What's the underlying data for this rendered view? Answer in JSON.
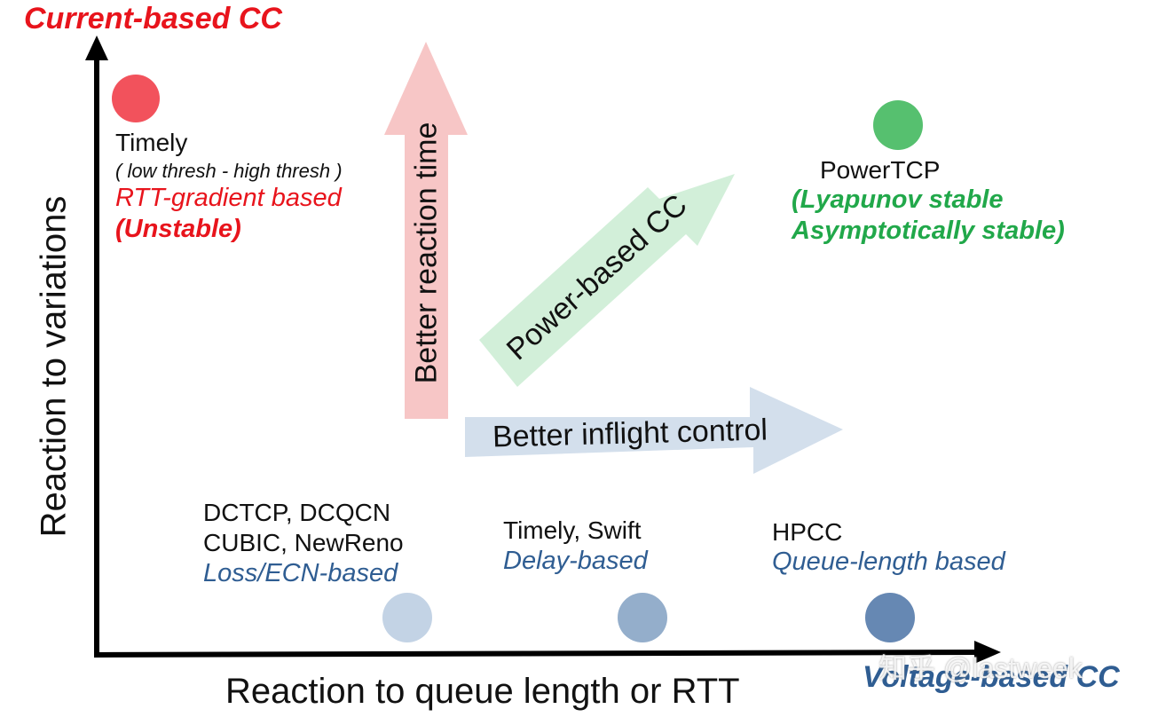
{
  "colors": {
    "red": "#e8141c",
    "green": "#21a84a",
    "blue_dark": "#2f5d92",
    "axis": "#000000",
    "arrow_red": "#f7c6c6",
    "arrow_green": "#d2efd9",
    "arrow_blue": "#d3dfec",
    "dot_red": "#f2525c",
    "dot_green": "#56c06f",
    "dot_light": "#c3d3e5",
    "dot_mid": "#94aecb",
    "dot_dark": "#6688b3"
  },
  "titles": {
    "top_left": "Current-based CC",
    "bottom_right": "Voltage-based CC"
  },
  "axes": {
    "y_label": "Reaction to variations",
    "x_label": "Reaction to queue length or RTT"
  },
  "arrows": {
    "vertical": "Better reaction time",
    "diagonal": "Power-based CC",
    "horizontal": "Better inflight control"
  },
  "timely_top": {
    "name": "Timely",
    "params": "( low thresh -  high thresh )",
    "basis": "RTT-gradient based",
    "stability": "(Unstable)"
  },
  "powertcp": {
    "name": "PowerTCP",
    "line1": "(Lyapunov stable",
    "line2": "Asymptotically stable)"
  },
  "bottom": {
    "loss": {
      "line1": "DCTCP, DCQCN",
      "line2": "CUBIC, NewReno",
      "basis": "Loss/ECN-based"
    },
    "delay": {
      "line1": "Timely, Swift",
      "basis": "Delay-based"
    },
    "queue": {
      "line1": "HPCC",
      "basis": "Queue-length based"
    }
  },
  "watermark": "知乎 @lastweek"
}
